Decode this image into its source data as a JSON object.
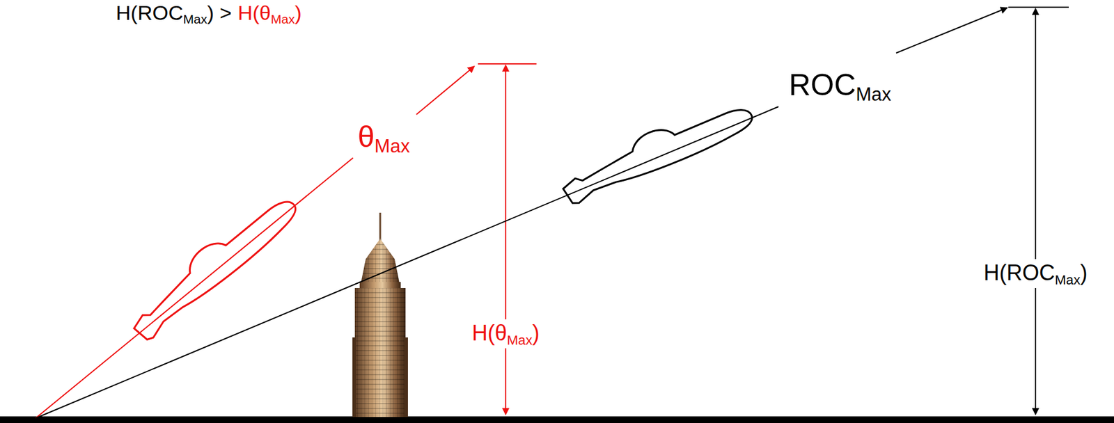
{
  "diagram": {
    "labels": [
      "H(ROCMax) >",
      "H(θMax)",
      "θMax",
      "ROCMax",
      "H(θMax)",
      "H(ROCMax)"
    ]
  }
}
